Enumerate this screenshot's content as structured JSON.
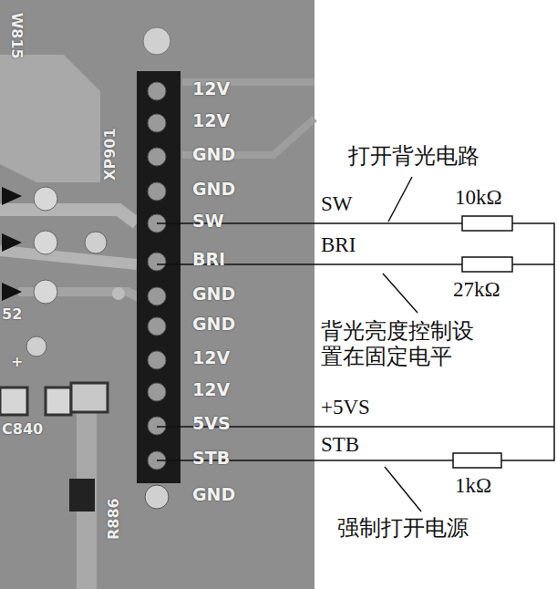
{
  "diagram": {
    "labels": [
      "W815",
      "XP901",
      "12V",
      "12V",
      "GND",
      "GND",
      "SW",
      "BRI",
      "GND",
      "GND",
      "12V",
      "12V",
      "5VS",
      "STB",
      "GND",
      "52",
      "+",
      "C840",
      "R886",
      "打开背光电路",
      "SW",
      "10kΩ",
      "BRI",
      "27kΩ",
      "背光亮度控制设 置在固定电平",
      "+5VS",
      "STB",
      "1kΩ",
      "强制打开电源"
    ]
  }
}
